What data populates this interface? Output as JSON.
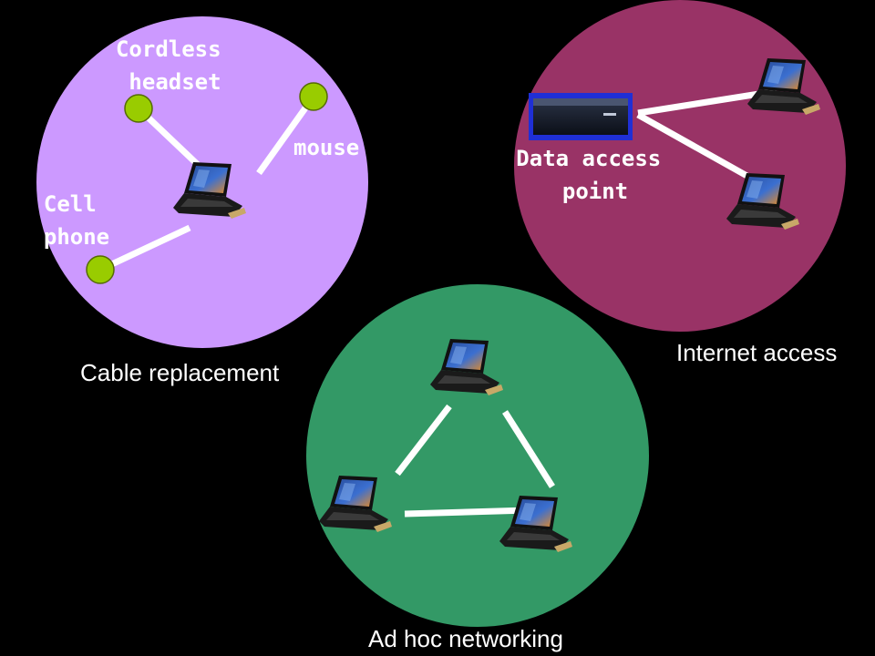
{
  "colors": {
    "background": "#000000",
    "cable_circle": "#cc99ff",
    "internet_circle": "#993366",
    "adhoc_circle": "#339966",
    "link": "#ffffff",
    "device_dot": "#99cc00"
  },
  "cable_replacement": {
    "caption": "Cable replacement",
    "headset_label": [
      "Cordless",
      "headset"
    ],
    "mouse_label": "mouse",
    "phone_label": [
      "Cell",
      "phone"
    ],
    "icons": [
      "laptop-icon",
      "device-dot-icon"
    ]
  },
  "internet_access": {
    "caption": "Internet access",
    "access_point_label": [
      "Data access",
      "point"
    ],
    "icons": [
      "access-point-icon",
      "laptop-icon"
    ]
  },
  "adhoc": {
    "caption": "Ad hoc networking",
    "icons": [
      "laptop-icon"
    ]
  }
}
